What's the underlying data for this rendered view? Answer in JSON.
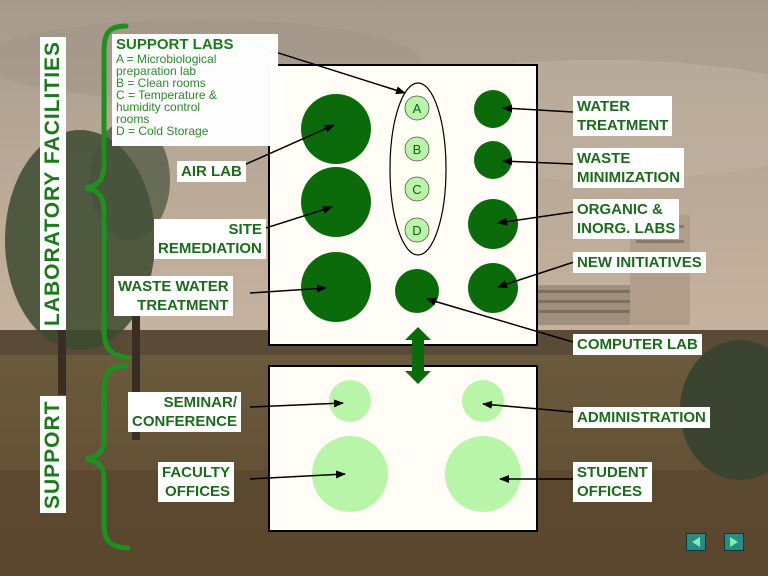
{
  "sidebar": {
    "laboratory_facilities": "LABORATORY  FACILITIES",
    "support": "SUPPORT"
  },
  "support_labs": {
    "title": "SUPPORT LABS",
    "lines": [
      "A = Microbiological",
      "preparation lab",
      "B = Clean rooms",
      "C = Temperature &",
      "humidity control",
      "rooms",
      "D = Cold Storage"
    ],
    "circle_letters": [
      "A",
      "B",
      "C",
      "D"
    ]
  },
  "labels": {
    "air_lab": "AIR LAB",
    "site_remediation": [
      "SITE",
      "REMEDIATION"
    ],
    "waste_water_treatment": [
      "WASTE WATER",
      "TREATMENT"
    ],
    "water_treatment": [
      "WATER",
      "TREATMENT"
    ],
    "waste_minimization": [
      "WASTE",
      "MINIMIZATION"
    ],
    "organic_inorg_labs": [
      "ORGANIC &",
      "INORG. LABS"
    ],
    "new_initiatives": "NEW INITIATIVES",
    "computer_lab": "COMPUTER LAB",
    "seminar_conference": [
      "SEMINAR/",
      "CONFERENCE"
    ],
    "administration": "ADMINISTRATION",
    "faculty_offices": [
      "FACULTY",
      "OFFICES"
    ],
    "student_offices": [
      "STUDENT",
      "OFFICES"
    ]
  },
  "colors": {
    "dark_green": "#0b6b0b",
    "light_green": "#b8f5a8",
    "label_green": "#1c6b1c"
  },
  "icons": {
    "prev": "triangle-left-icon",
    "next": "triangle-right-icon"
  }
}
